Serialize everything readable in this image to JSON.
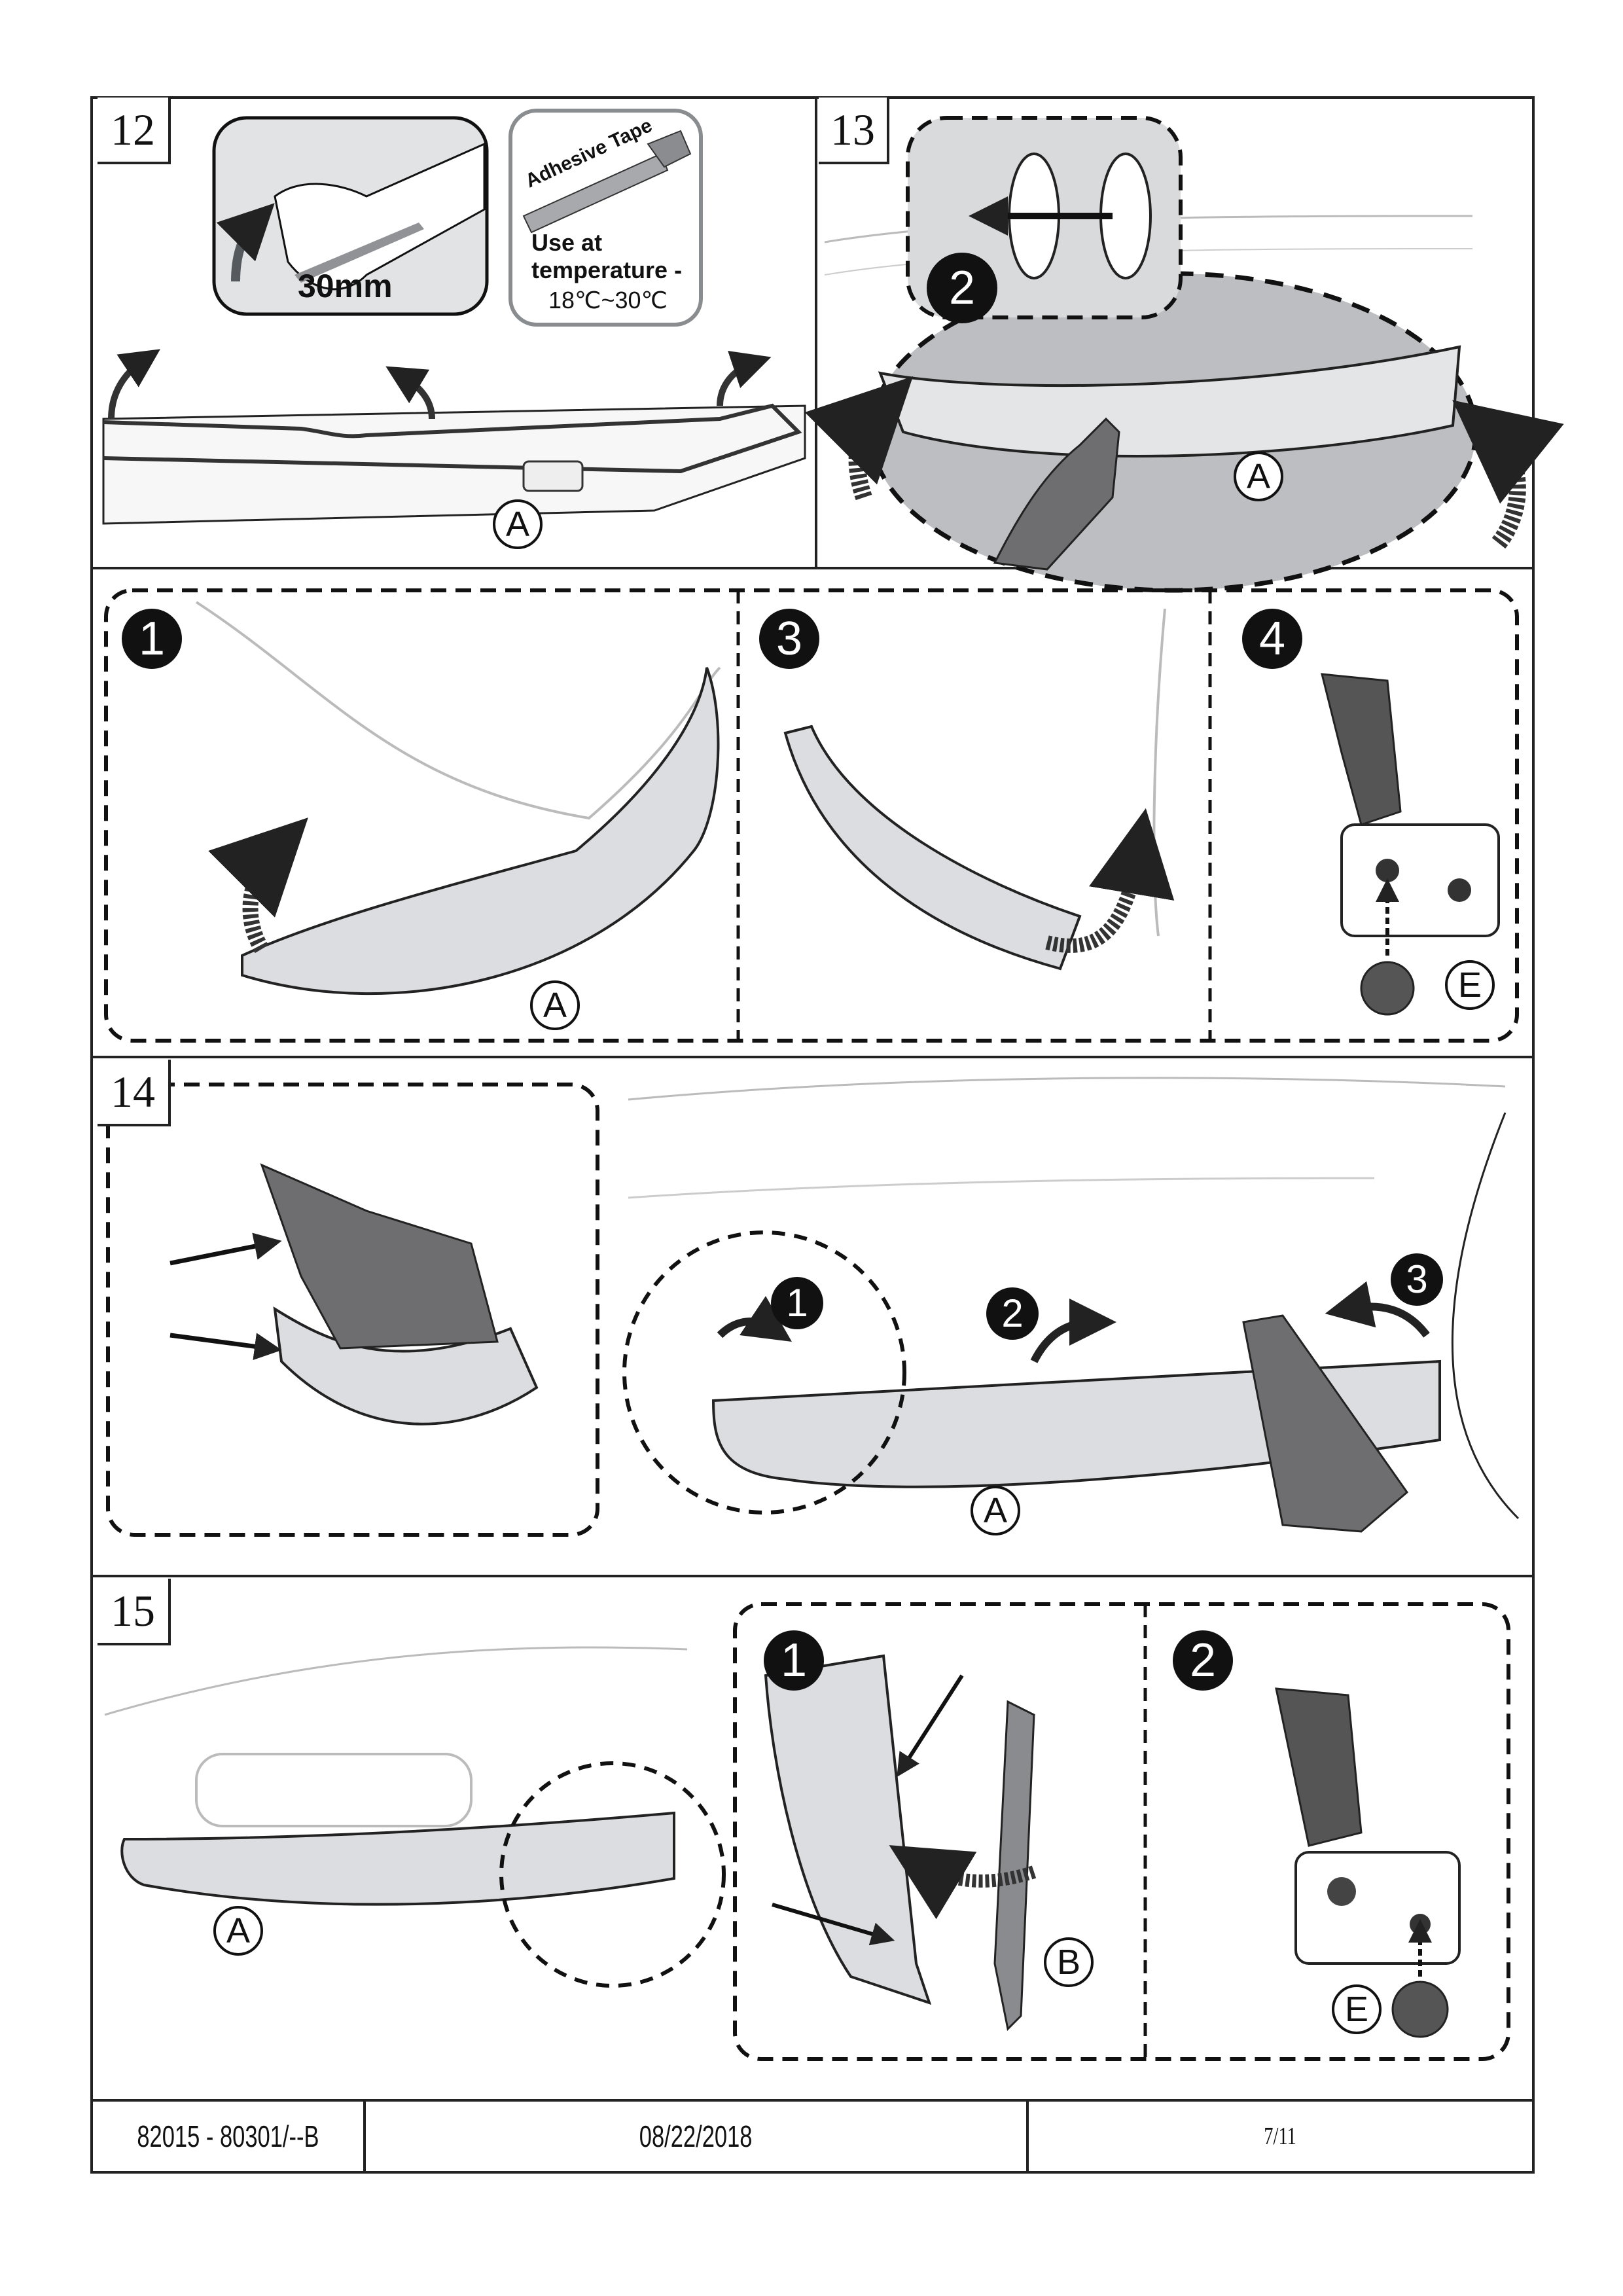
{
  "steps": {
    "s12": {
      "number": "12",
      "tape_length": "30mm",
      "tape_label": "Adhesive Tape",
      "temp_line1": "Use at",
      "temp_line2": "temperature -",
      "temp_range": "18℃~30℃",
      "part": "A"
    },
    "s13": {
      "number": "13",
      "inset_step": "2",
      "part": "A",
      "sub": [
        {
          "n": "1",
          "part": "A"
        },
        {
          "n": "3"
        },
        {
          "n": "4",
          "part": "E"
        }
      ]
    },
    "s14": {
      "number": "14",
      "sub": [
        "1",
        "2",
        "3"
      ],
      "part": "A"
    },
    "s15": {
      "number": "15",
      "part": "A",
      "sub": [
        {
          "n": "1",
          "part": "B"
        },
        {
          "n": "2",
          "part": "E"
        }
      ]
    }
  },
  "footer": {
    "doc_number": "82015 - 80301/--B",
    "date": "08/22/2018",
    "page": "7/11"
  },
  "colors": {
    "line": "#111111",
    "part_fill": "#dcdde0",
    "glove": "#6e6e70",
    "arrow": "#2e2e30"
  }
}
